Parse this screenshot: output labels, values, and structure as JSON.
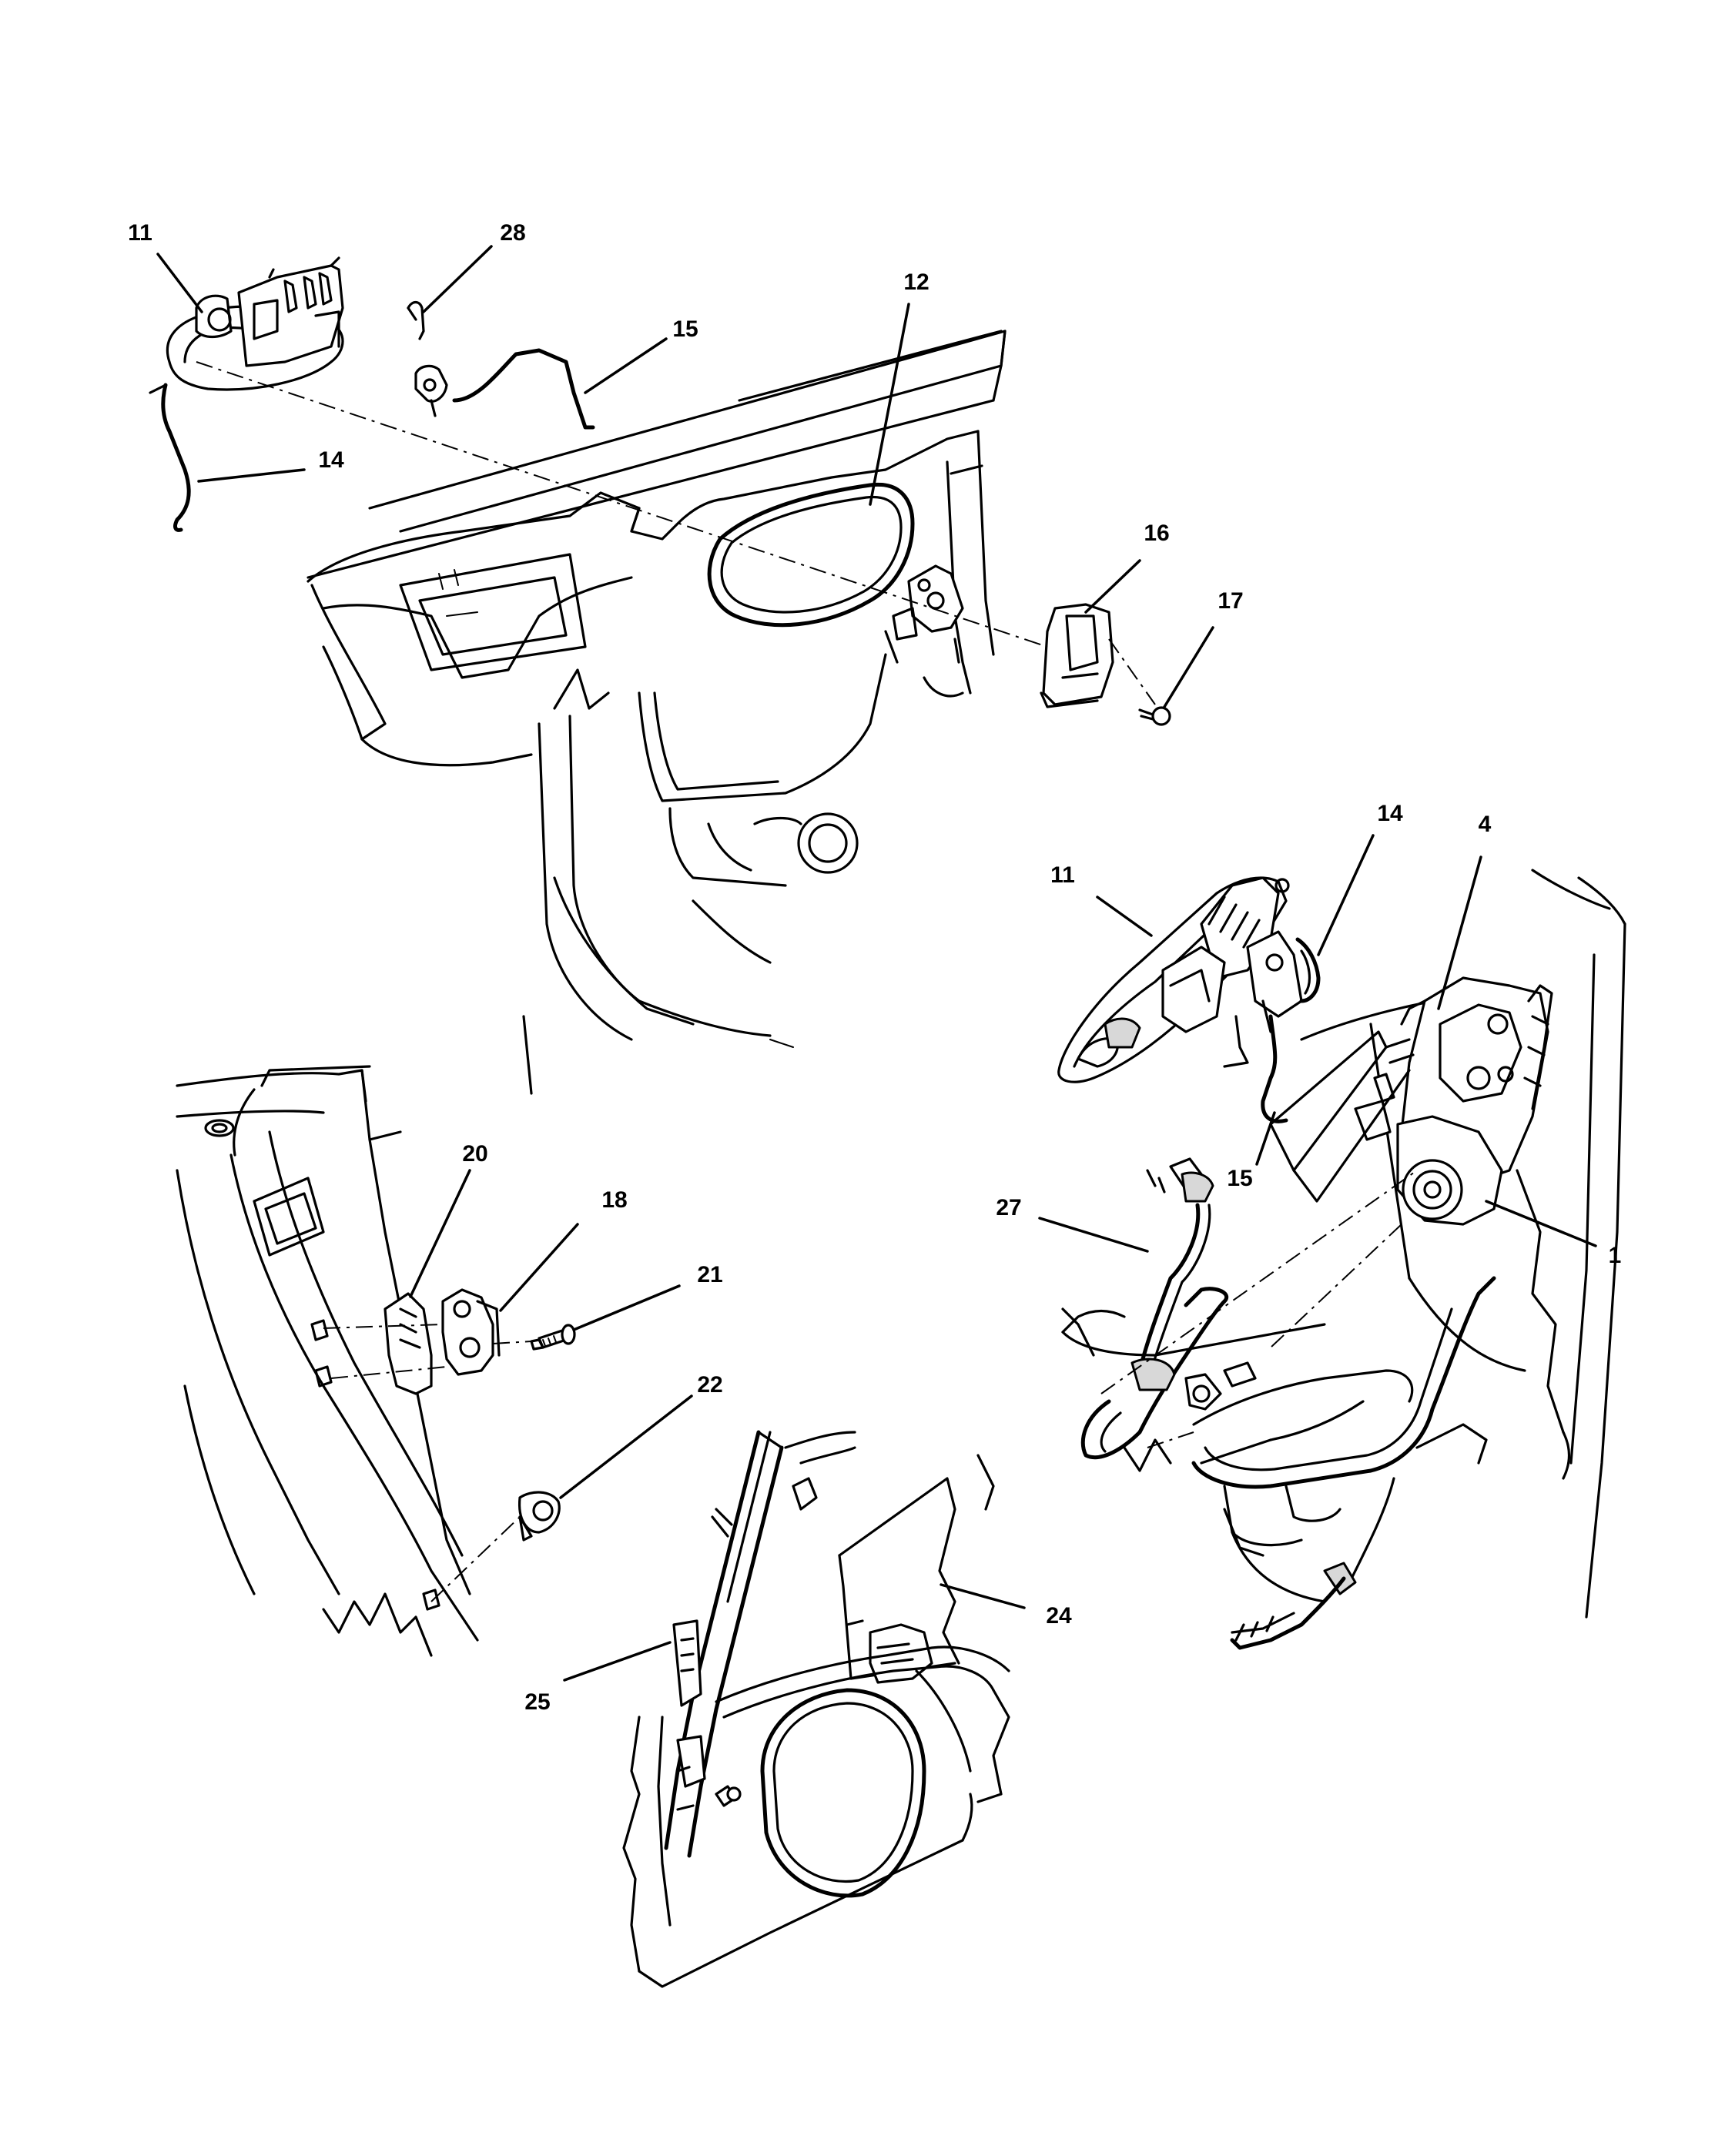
{
  "callouts": [
    {
      "id": "c11a",
      "text": "11"
    },
    {
      "id": "c28",
      "text": "28"
    },
    {
      "id": "c15a",
      "text": "15"
    },
    {
      "id": "c12",
      "text": "12"
    },
    {
      "id": "c14a",
      "text": "14"
    },
    {
      "id": "c16",
      "text": "16"
    },
    {
      "id": "c17",
      "text": "17"
    },
    {
      "id": "c11b",
      "text": "11"
    },
    {
      "id": "c14b",
      "text": "14"
    },
    {
      "id": "c4",
      "text": "4"
    },
    {
      "id": "c15b",
      "text": "15"
    },
    {
      "id": "c27",
      "text": "27"
    },
    {
      "id": "c1",
      "text": "1"
    },
    {
      "id": "c20",
      "text": "20"
    },
    {
      "id": "c18",
      "text": "18"
    },
    {
      "id": "c21",
      "text": "21"
    },
    {
      "id": "c22",
      "text": "22"
    },
    {
      "id": "c24",
      "text": "24"
    },
    {
      "id": "c25",
      "text": "25"
    }
  ]
}
